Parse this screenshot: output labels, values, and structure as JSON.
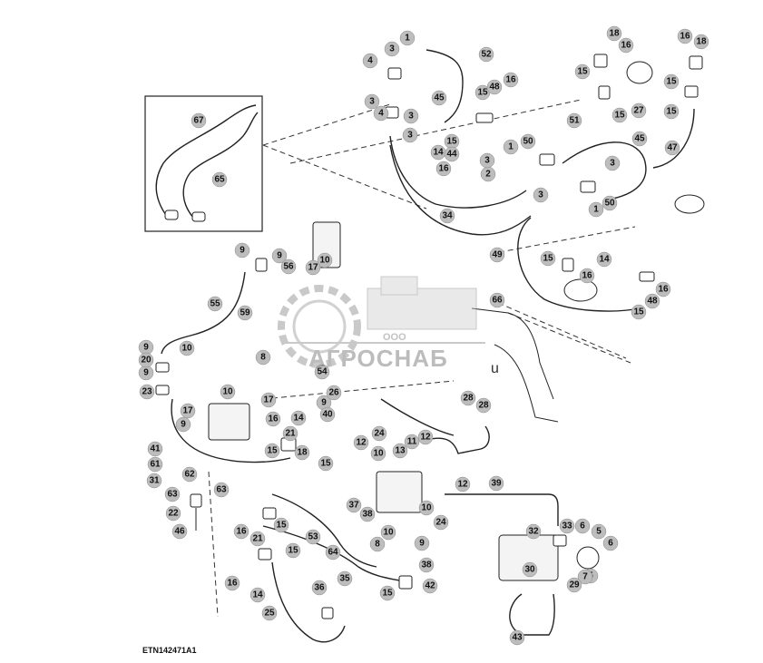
{
  "figure": {
    "code": "ETN142471A1"
  },
  "watermark": {
    "brand": "АГРОСНАБ",
    "prefix": "ООО",
    "suffix": "u"
  },
  "colors": {
    "line": "#222222",
    "bubble_fill": "#bdbdbd",
    "watermark": "#6d6d6d"
  },
  "callouts": [
    "1",
    "2",
    "3",
    "4",
    "5",
    "6",
    "7",
    "8",
    "9",
    "10",
    "11",
    "12",
    "13",
    "14",
    "15",
    "16",
    "17",
    "18",
    "20",
    "21",
    "22",
    "23",
    "24",
    "25",
    "26",
    "27",
    "28",
    "29",
    "30",
    "31",
    "32",
    "33",
    "34",
    "35",
    "36",
    "37",
    "38",
    "39",
    "40",
    "41",
    "42",
    "43",
    "44",
    "45",
    "46",
    "47",
    "48",
    "49",
    "50",
    "51",
    "52",
    "53",
    "54",
    "55",
    "56",
    "59",
    "61",
    "62",
    "63",
    "64",
    "65",
    "66",
    "67"
  ]
}
